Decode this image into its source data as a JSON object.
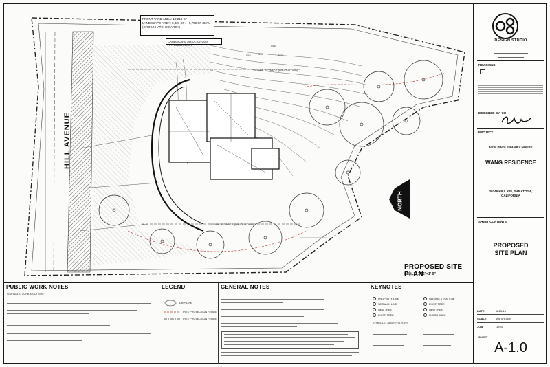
{
  "drawing": {
    "front_yard_area": "FRONT YARD AREA: 12,218 SF",
    "landscape_area_note": "LANDSCAPE AREA: 8,837 SF (~ 8,709 SF (50%) (CROSS HATCHED AREA)",
    "landscape_area_box": "LANDSCAPE AREA (CROSS HATCHED AREA)",
    "street_name": "HILL AVENUE",
    "north_label": "NORTH",
    "plan_title": "PROPOSED SITE PLAN",
    "plan_scale": "SCALE: 1/16\"=1'-0\"",
    "setback_front": "25' SIDE SETBACK (FIRST FLOOR)",
    "setback_rear": "25' SIDE SETBACK (FIRST FLOOR)",
    "contour_labels": [
      "554",
      "555",
      "556",
      "557"
    ]
  },
  "title_block": {
    "studio_name": "DESIGN STUDIO",
    "revisions_label": "REVISIONS",
    "revision_number": "1",
    "designed_by_label": "DESIGNED BY: CH",
    "project_label": "PROJECT",
    "project_type": "NEW SINGLE FAMILY HOUSE",
    "project_name": "WANG RESIDENCE",
    "project_address": "20346 HILL AVE, SARATOGA, CALIFORNIA",
    "sheet_contents_label": "SHEET CONTENTS",
    "sheet_contents": "PROPOSED SITE PLAN",
    "date_label": "DATE",
    "date_value": "6-13-16",
    "scale_label": "SCALE",
    "scale_value": "AS SHOWN",
    "job_label": "JOB",
    "job_value": "1703",
    "sheet_label": "SHEET",
    "sheet_number": "A-1.0"
  },
  "notes": {
    "public_work_title": "PUBLIC WORK NOTES",
    "public_work_subtitle": "SIDEWALK, CURB & GUTTER:",
    "legend_title": "LEGEND",
    "legend_items": [
      "DRIP LINE",
      "TREE PROTECTION FENCE",
      "TREE PROTECTION FENCE"
    ],
    "general_notes_title": "GENERAL NOTES",
    "keynotes_title": "KEYNOTES",
    "keynote_items_left": [
      "PROPERTY LINE",
      "SETBACK LINE",
      "NEW TREE",
      "EXIST. TREE"
    ],
    "keynote_items_right": [
      "RAISING STRATS BE",
      "EXIST. TREE",
      "NEW TREE",
      "FLOOR AREA"
    ],
    "keynote_heading": "SYMBOLS / ABBREVIATIONS"
  }
}
